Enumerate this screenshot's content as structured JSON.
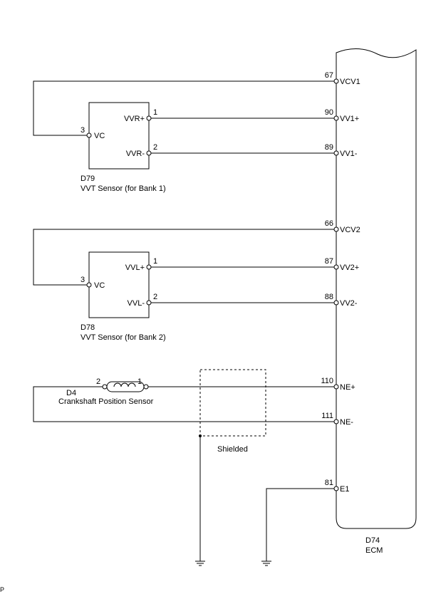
{
  "ecm": {
    "id": "D74",
    "name": "ECM"
  },
  "ecm_pins": [
    {
      "no": "67",
      "name": "VCV1"
    },
    {
      "no": "90",
      "name": "VV1+"
    },
    {
      "no": "89",
      "name": "VV1-"
    },
    {
      "no": "66",
      "name": "VCV2"
    },
    {
      "no": "87",
      "name": "VV2+"
    },
    {
      "no": "88",
      "name": "VV2-"
    },
    {
      "no": "110",
      "name": "NE+"
    },
    {
      "no": "111",
      "name": "NE-"
    },
    {
      "no": "81",
      "name": "E1"
    }
  ],
  "sensor1": {
    "id": "D79",
    "name": "VVT Sensor (for Bank 1)",
    "vc_pin": "3",
    "vc_label": "VC",
    "plus_pin": "1",
    "plus_label": "VVR+",
    "minus_pin": "2",
    "minus_label": "VVR-"
  },
  "sensor2": {
    "id": "D78",
    "name": "VVT Sensor (for Bank 2)",
    "vc_pin": "3",
    "vc_label": "VC",
    "plus_pin": "1",
    "plus_label": "VVL+",
    "minus_pin": "2",
    "minus_label": "VVL-"
  },
  "crank": {
    "id": "D4",
    "name": "Crankshaft Position Sensor",
    "pin_left": "2",
    "pin_right": "1"
  },
  "shield_label": "Shielded",
  "corner_mark": "P"
}
